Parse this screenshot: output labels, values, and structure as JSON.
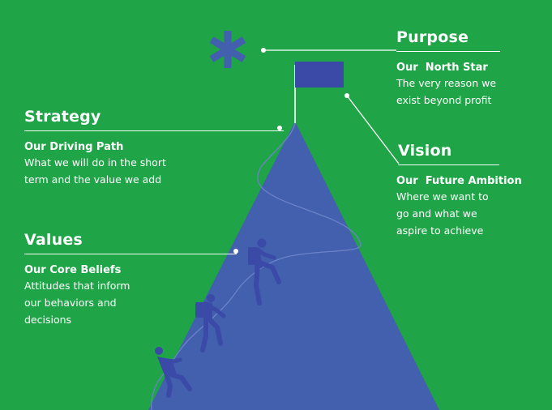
{
  "colors": {
    "background": "#1fa547",
    "mountain": "#4260ad",
    "accent": "#3a4aa6",
    "text": "#ffffff"
  },
  "icons": {
    "star": "asterisk-star-icon",
    "flag": "flag-icon",
    "climber": "climber-icon"
  },
  "blocks": {
    "purpose": {
      "heading": "Purpose",
      "subtitle": "Our  North Star",
      "lines": [
        "The very reason we",
        "exist beyond profit"
      ]
    },
    "strategy": {
      "heading": "Strategy",
      "subtitle": "Our Driving Path",
      "lines": [
        "What we will do in the short",
        "term and the value we add"
      ]
    },
    "vision": {
      "heading": "Vision",
      "subtitle": "Our  Future Ambition",
      "lines": [
        "Where we want to",
        "go and what we",
        "aspire to achieve"
      ]
    },
    "values": {
      "heading": "Values",
      "subtitle": "Our Core Beliefs",
      "lines": [
        "Attitudes that inform",
        "our behaviors and",
        "decisions"
      ]
    }
  }
}
